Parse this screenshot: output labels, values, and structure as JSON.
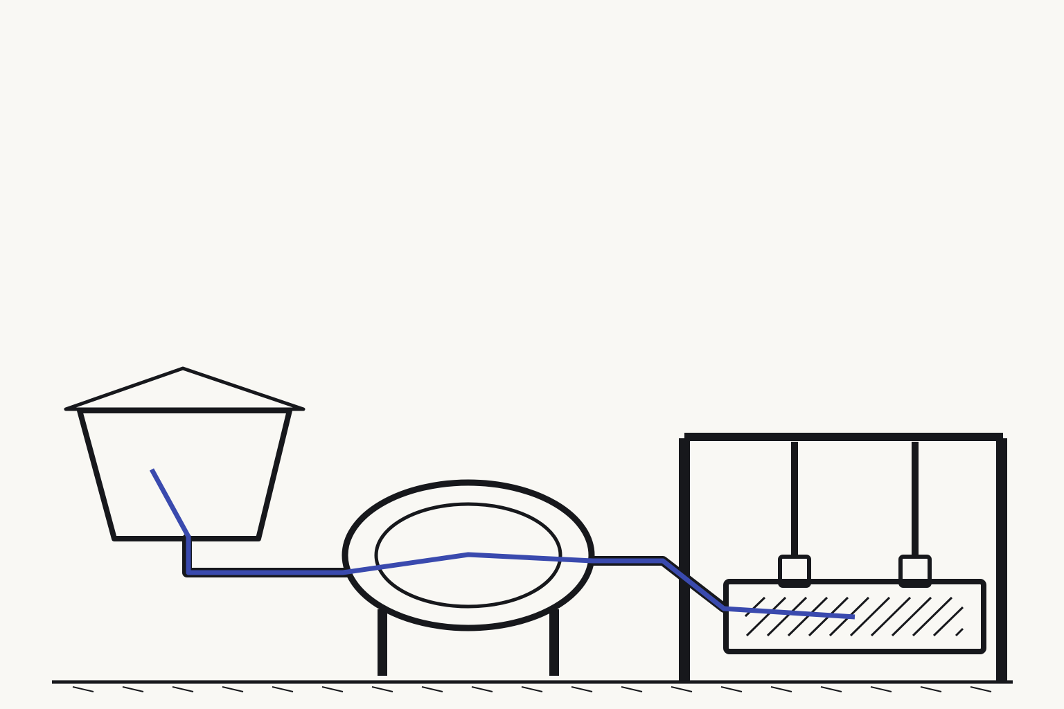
{
  "diagram": {
    "components": [
      "hopper",
      "connecting-pipe",
      "ring-vessel",
      "inclined-pipe",
      "support-frame",
      "hatched-tank",
      "ground"
    ]
  },
  "colors": {
    "background": "#f9f8f4",
    "stroke": "#17181c",
    "flow": "#3a4aae"
  }
}
